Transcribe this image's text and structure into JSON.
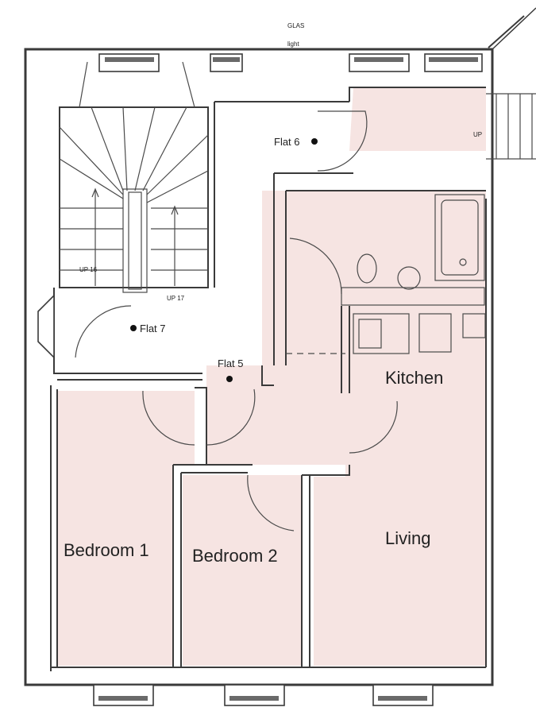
{
  "rooms": {
    "kitchen": "Kitchen",
    "living": "Living",
    "bedroom1": "Bedroom 1",
    "bedroom2": "Bedroom 2"
  },
  "flats": {
    "flat5": "Flat 5",
    "flat6": "Flat 6",
    "flat7": "Flat 7"
  },
  "stair_notes": {
    "top": "GLAS",
    "top2": "light",
    "up_left": "UP 16",
    "up_right": "UP 17",
    "right": "UP"
  }
}
